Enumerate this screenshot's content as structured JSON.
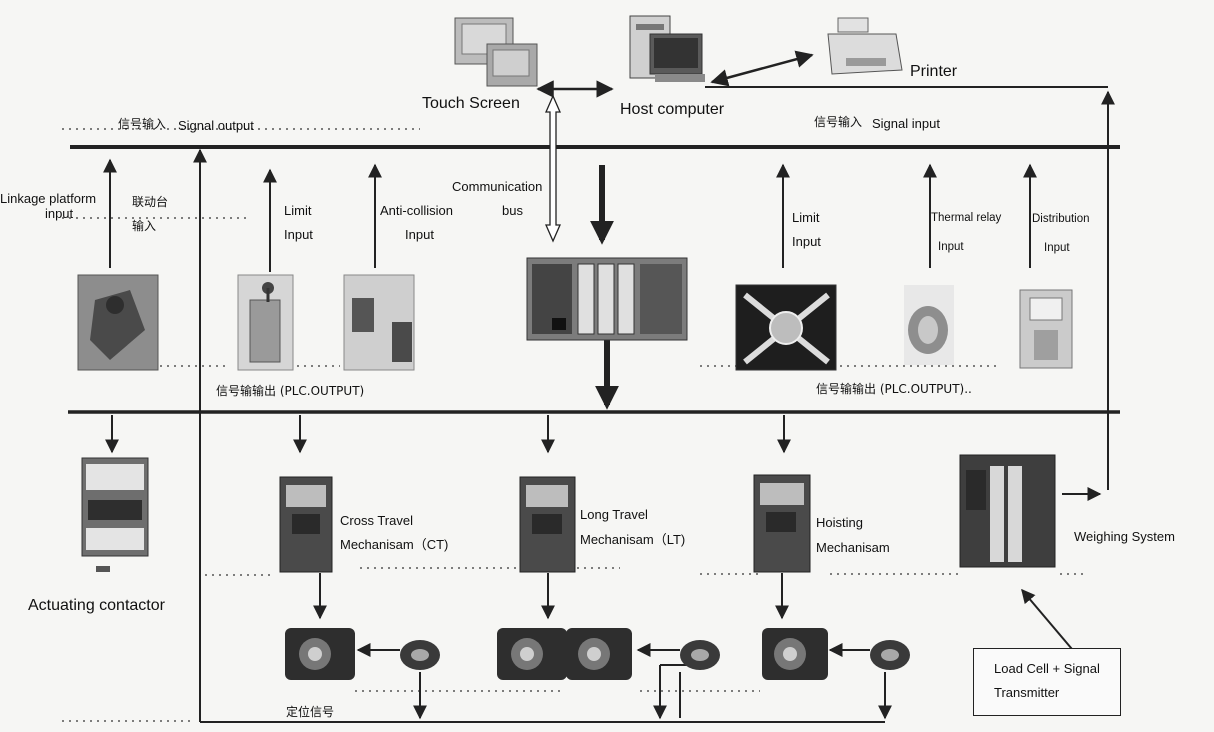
{
  "header": {
    "touch_screen": "Touch Screen",
    "host_computer": "Host computer",
    "printer": "Printer"
  },
  "signals": {
    "input_left_cn": "信号输入",
    "input_left_en": "Signal output",
    "input_right_cn": "信号输入",
    "input_right_en": "Signal input",
    "plc_output_left": "信号输输出 (PLC.OUTPUT)",
    "plc_output_right": "信号输输出 (PLC.OUTPUT)..",
    "position_signal": "定位信号"
  },
  "inputs": {
    "linkage_en_1": "Linkage platform",
    "linkage_en_2": "input",
    "linkage_cn_1": "联动台",
    "linkage_cn_2": "输入",
    "limit_left_1": "Limit",
    "limit_left_2": "Input",
    "anticollision_1": "Anti-collision",
    "anticollision_2": "Input",
    "communication_1": "Communication",
    "communication_2": "bus",
    "limit_right_1": "Limit",
    "limit_right_2": "Input",
    "thermal_1": "Thermal relay",
    "thermal_2": "Input",
    "distribution_1": "Distribution",
    "distribution_2": "Input"
  },
  "outputs": {
    "actuating_contactor": "Actuating contactor",
    "ct_1": "Cross Travel",
    "ct_2": "Mechanisam（CT)",
    "lt_1": "Long Travel",
    "lt_2": "Mechanisam（LT)",
    "hoist_1": "Hoisting",
    "hoist_2": "Mechanisam",
    "weighing": "Weighing System",
    "loadcell_1": "Load Cell + Signal",
    "loadcell_2": "Transmitter"
  },
  "icons": {
    "touch_screen": "touch-screen-icon",
    "host_computer": "computer-icon",
    "printer": "printer-icon",
    "plc": "plc-rack-icon",
    "inverter": "inverter-icon",
    "motor": "motor-icon",
    "encoder": "encoder-icon",
    "contactor": "contactor-icon",
    "weighing": "weighing-controller-icon"
  }
}
